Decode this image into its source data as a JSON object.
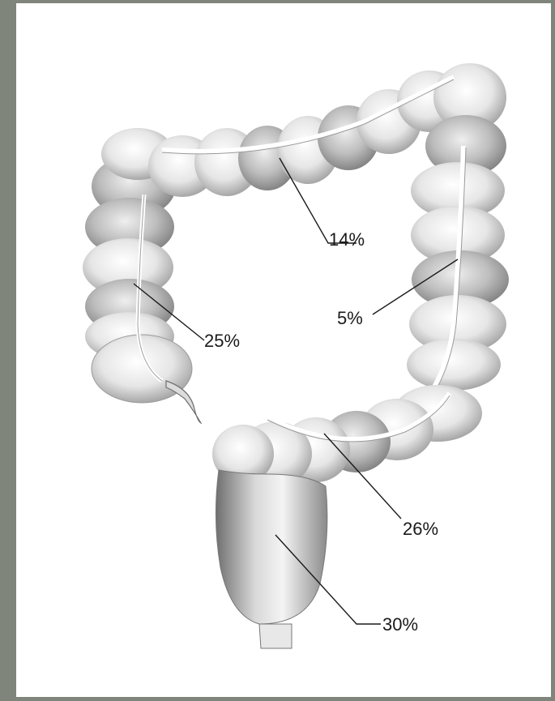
{
  "figure": {
    "subject": "colon illustration",
    "colors": {
      "frame": "#7f857a",
      "paper": "#ffffff",
      "tissue_light": "#f2f2f2",
      "tissue_shadow": "#8c8c8c",
      "line": "#1a1a1a"
    },
    "labels": {
      "transverse": "14%",
      "descending": "5%",
      "ascending": "25%",
      "sigmoid": "26%",
      "rectum": "30%"
    }
  }
}
